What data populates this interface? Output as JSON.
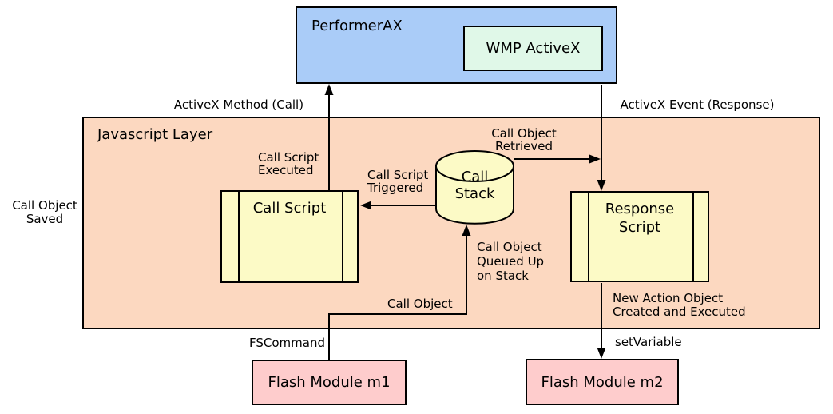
{
  "performerax": {
    "title": "PerformerAX",
    "wmp_label": "WMP ActiveX"
  },
  "js_layer": {
    "title": "Javascript Layer"
  },
  "call_script": {
    "title": "Call Script"
  },
  "response_script": {
    "lines": [
      "Response",
      "Script"
    ]
  },
  "call_stack": {
    "lines": [
      "Call",
      "Stack"
    ]
  },
  "flash_modules": {
    "m1": "Flash Module m1",
    "m2": "Flash Module m2"
  },
  "labels": {
    "activex_method": "ActiveX Method (Call)",
    "activex_event": "ActiveX Event (Response)",
    "call_script_executed": [
      "Call Script",
      "Executed"
    ],
    "call_script_triggered": [
      "Call Script",
      "Triggered"
    ],
    "call_object_retrieved": [
      "Call Object",
      "Retrieved"
    ],
    "call_object_saved": [
      "Call Object",
      "Saved"
    ],
    "call_object_queued": [
      "Call Object",
      "Queued Up",
      "on Stack"
    ],
    "call_object": "Call Object",
    "fscommand": "FSCommand",
    "new_action": [
      "New Action Object",
      "Created and Executed"
    ],
    "setvariable": "setVariable"
  },
  "colors": {
    "performerax_fill": "#aaccf8",
    "wmp_fill": "#e0f8e8",
    "js_layer_fill": "#fcd8c0",
    "script_fill": "#fcfac6",
    "flash_fill": "#fecccc",
    "line": "#000000"
  }
}
